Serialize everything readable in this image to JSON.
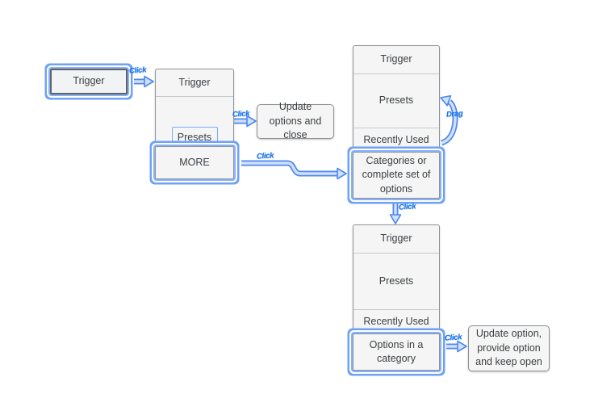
{
  "standalone_trigger": {
    "label": "Trigger"
  },
  "compact_menu": {
    "trigger": "Trigger",
    "presets": "Presets",
    "more": "MORE"
  },
  "expanded_menu": {
    "trigger": "Trigger",
    "presets": "Presets",
    "recently_used": "Recently Used",
    "categories": "Categories or complete set of options"
  },
  "category_menu": {
    "trigger": "Trigger",
    "presets": "Presets",
    "recently_used": "Recently Used",
    "options": "Options in a category"
  },
  "outcomes": {
    "close": "Update options and close",
    "keep_open": "Update option, provide option and keep open"
  },
  "arrow_labels": {
    "open": "Click",
    "preset": "Click",
    "more": "Click",
    "recent": "Drag",
    "category": "Click",
    "option": "Click"
  },
  "colors": {
    "accent_blue": "#4f87ee",
    "highlight_blue": "#6ea2f8",
    "arrow_fill": "#cfe0fb",
    "box_fill": "#f5f5f5",
    "box_border": "#909498",
    "text": "#3c4043",
    "label_blue": "#1a73e8"
  }
}
